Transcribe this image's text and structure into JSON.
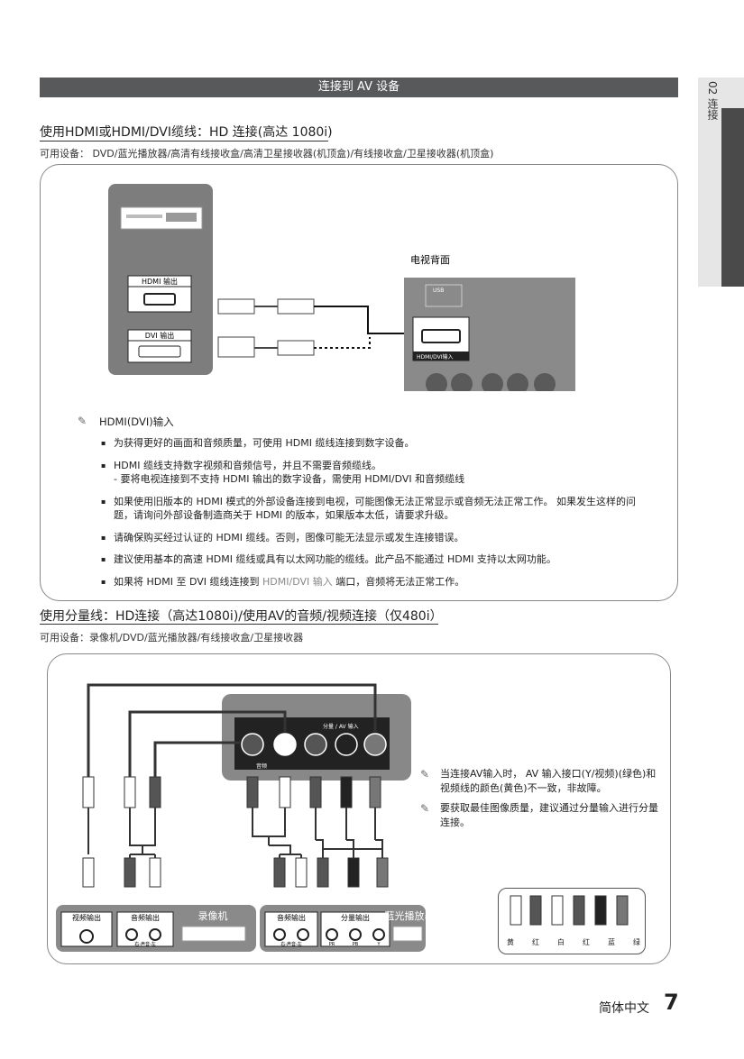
{
  "header": {
    "title": "连接到 AV 设备"
  },
  "side_tab": {
    "text": "02 连接"
  },
  "section1": {
    "title": "使用HDMI或HDMI/DVI缆线：HD 连接(高达 1080i)",
    "devices": "可用设备： DVD/蓝光播放器/高清有线接收盒/高清卫星接收器(机顶盒)/有线接收盒/卫星接收器(机顶盒)",
    "diagram": {
      "hdmi_out": "HDMI 输出",
      "dvi_out": "DVI 输出",
      "tv_back": "电视背面",
      "usb": "USB",
      "hdmi_dvi_in": "HDMI/DVI输入"
    },
    "note_heading": "HDMI(DVI)输入",
    "bullets": [
      {
        "text": "为获得更好的画面和音频质量，可使用 HDMI 缆线连接到数字设备。"
      },
      {
        "text": "HDMI 缆线支持数字视频和音频信号，并且不需要音频缆线。",
        "sub": "- 要将电视连接到不支持 HDMI 输出的数字设备，需使用 HDMI/DVI 和音频缆线"
      },
      {
        "text": "如果使用旧版本的 HDMI 模式的外部设备连接到电视，可能图像无法正常显示或音频无法正常工作。 如果发生这样的问题，请询问外部设备制造商关于 HDMI 的版本，如果版本太低，请要求升级。"
      },
      {
        "text": "请确保购买经过认证的 HDMI 缆线。否则，图像可能无法显示或发生连接错误。"
      },
      {
        "text": "建议使用基本的高速 HDMI 缆线或具有以太网功能的缆线。此产品不能通过 HDMI 支持以太网功能。"
      }
    ],
    "last_bullet": {
      "pre": "如果将 HDMI 至 DVI 缆线连接到 ",
      "highlight": "HDMI/DVI 输入",
      "post": " 端口，音频将无法正常工作。"
    }
  },
  "section2": {
    "title": "使用分量线：HD连接（高达1080i)/使用AV的音频/视频连接（仅480i）",
    "devices": "可用设备：录像机/DVD/蓝光播放器/有线接收盒/卫星接收器",
    "diagram": {
      "component_in": "分量 / AV 输入",
      "audio_label": "音频",
      "video_out": "视频输出",
      "audio_out": "音频输出",
      "vcr": "录像机",
      "component_out": "分量输出",
      "bluray": "蓝光播放器",
      "audio_lr": "右-声音-左",
      "pr": "PR",
      "pb": "PB",
      "y": "Y"
    },
    "notes": [
      "当连接AV输入时， AV 输入接口(Y/视频)(绿色)和视频线的颜色(黄色)不一致，非故障。",
      "要获取最佳图像质量，建议通过分量输入进行分量连接。"
    ],
    "legend": [
      "黄",
      "红",
      "白",
      "红",
      "蓝",
      "绿"
    ]
  },
  "footer": {
    "lang": "简体中文",
    "page": "7"
  }
}
